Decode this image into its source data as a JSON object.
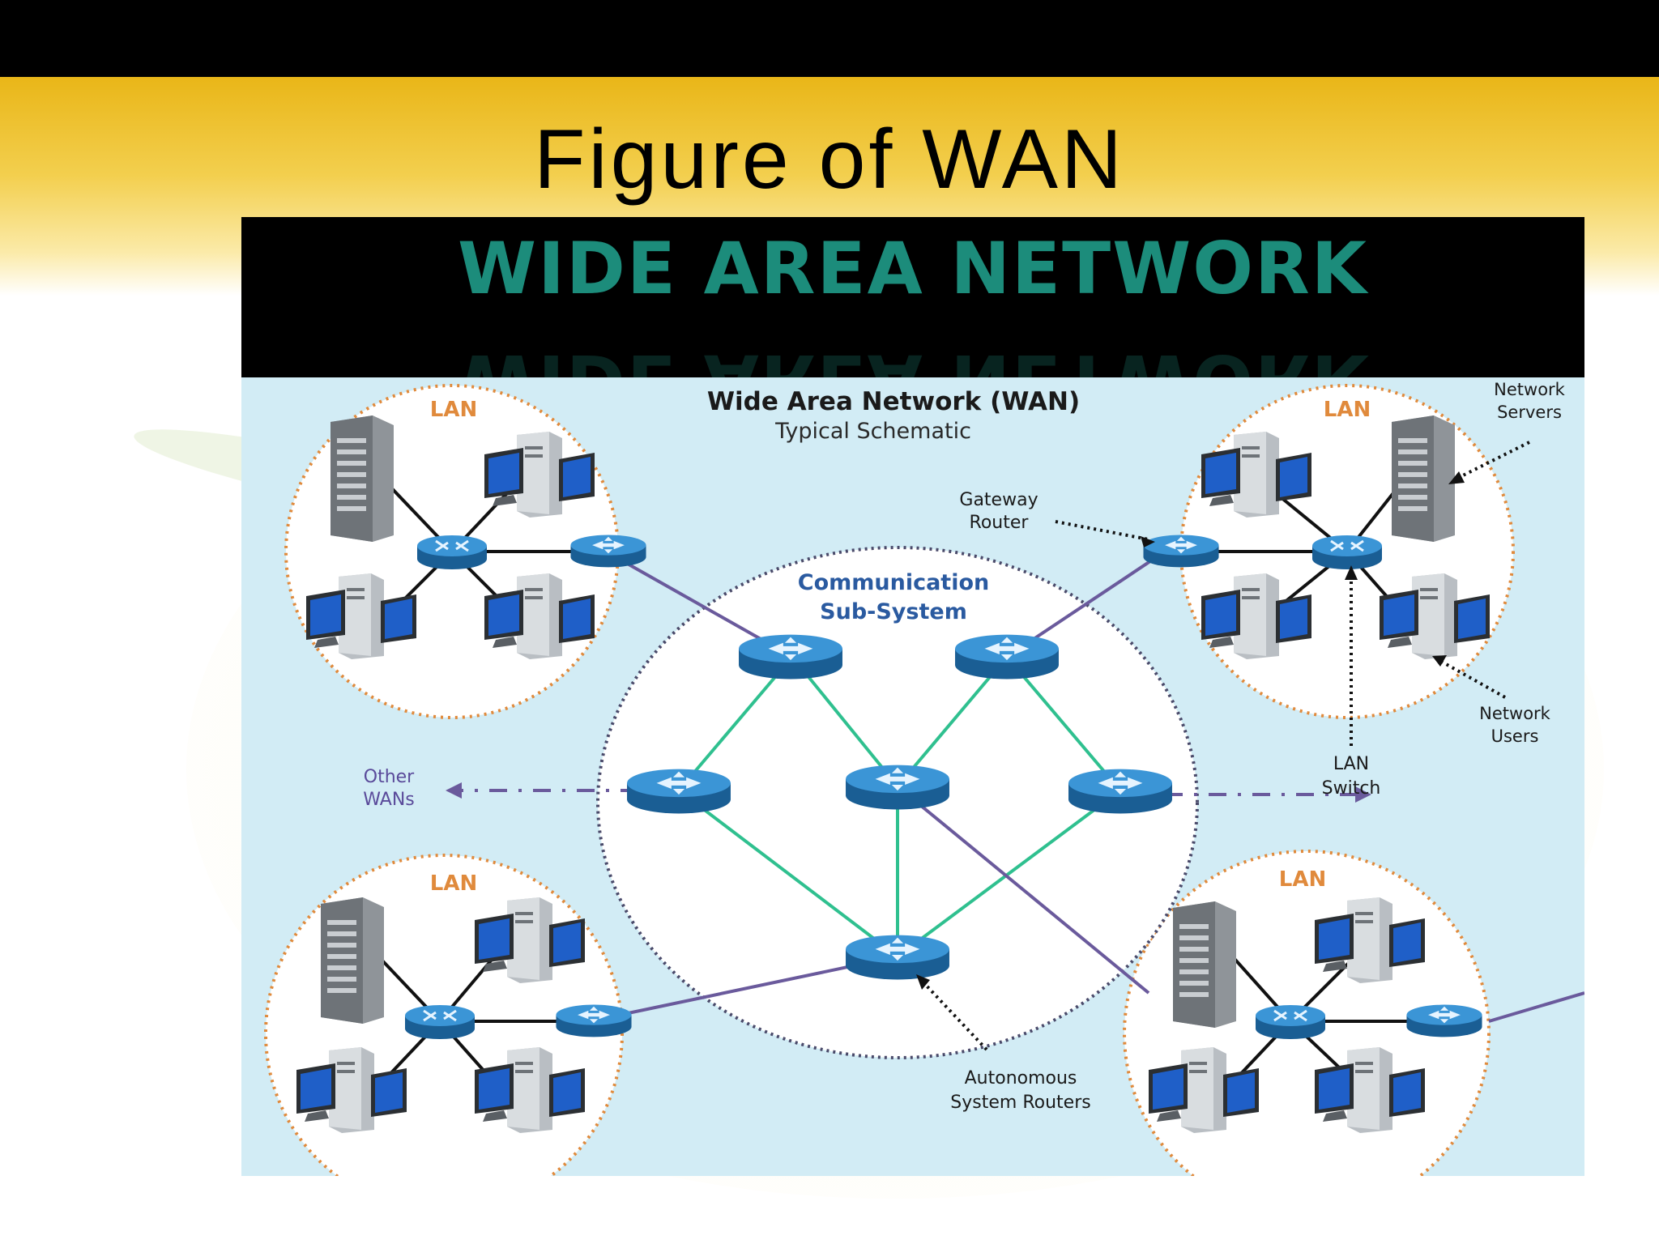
{
  "slide": {
    "title": "Figure of WAN",
    "banner": "WIDE AREA NETWORK"
  },
  "diagram": {
    "title": "Wide Area Network (WAN)",
    "subtitle": "Typical Schematic",
    "lan_label": "LAN",
    "comm_line1": "Communication",
    "comm_line2": "Sub-System",
    "gateway_line1": "Gateway",
    "gateway_line2": "Router",
    "servers_line1": "Network",
    "servers_line2": "Servers",
    "users_line1": "Network",
    "users_line2": "Users",
    "switch_line1": "LAN",
    "switch_line2": "Switch",
    "other_line1": "Other",
    "other_line2": "WANs",
    "auto_line1": "Autonomous",
    "auto_line2": "System Routers"
  },
  "colors": {
    "header_black": "#000000",
    "gold": "#e9b618",
    "banner_teal": "#1c8c7b",
    "diagram_bg": "#d2ecf5",
    "lan_border": "#e08a3c",
    "router_blue": "#2a7fc1",
    "link_green": "#2fc08f",
    "link_purple": "#6a5a9c"
  }
}
